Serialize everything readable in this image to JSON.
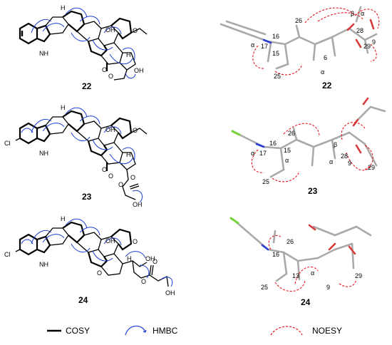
{
  "panels": [
    {
      "compound": "22",
      "atom_labels": [
        "H",
        "OH",
        "O",
        "NH",
        "H",
        "O",
        "O",
        "OH"
      ],
      "model_labels": [
        "α",
        "17",
        "16",
        "26",
        "β",
        "α",
        "28",
        "29",
        "9",
        "15",
        "6",
        "25",
        "α"
      ]
    },
    {
      "compound": "23",
      "atom_labels": [
        "H",
        "OH",
        "O",
        "Cl",
        "NH",
        "H",
        "O",
        "O",
        "O",
        "O",
        "OH"
      ],
      "model_labels": [
        "26",
        "16",
        "α",
        "17",
        "15",
        "α",
        "β",
        "28",
        "α",
        "9",
        "29",
        "25"
      ]
    },
    {
      "compound": "24",
      "atom_labels": [
        "H",
        "OH",
        "O",
        "Cl",
        "NH",
        "O",
        "H",
        "OH",
        "O",
        "O",
        "OH"
      ],
      "model_labels": [
        "26",
        "16",
        "13",
        "α",
        "29",
        "25",
        "9"
      ]
    }
  ],
  "legend": {
    "cosy": "COSY",
    "hmbc": "HMBC",
    "noesy": "NOESY"
  },
  "colors": {
    "hmbc": "#1f3fd1",
    "noesy": "#e8171f",
    "bond": "#000000",
    "model_carbon": "#a9a9a9",
    "model_oxygen": "#d63a3a",
    "model_nitrogen": "#2b3fd6",
    "model_chlorine": "#76d23a"
  }
}
